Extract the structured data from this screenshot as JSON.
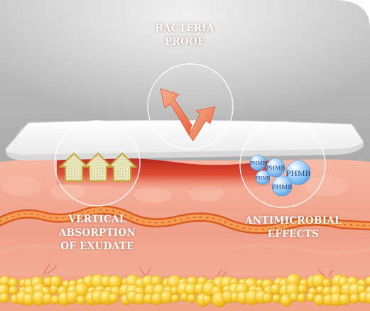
{
  "labels": {
    "bacteria_proof": [
      "BACTERIA",
      "PROOF"
    ],
    "vertical_absorption": [
      "VERTICAL",
      "ABSORPTION",
      "OF EXUDATE"
    ],
    "antimicrobial": [
      "ANTIMICROBIAL",
      "EFFECTS"
    ]
  },
  "molecule_label": "PHMB",
  "colors": {
    "background_top": "#b9b9b9",
    "skin": "#f2a08e",
    "wound": "#d2352a",
    "dressing": "#f7f7f7",
    "fat": "#f6c531",
    "vessel": "#f07a2c",
    "phmb_bubble": "#8fc4f3"
  }
}
